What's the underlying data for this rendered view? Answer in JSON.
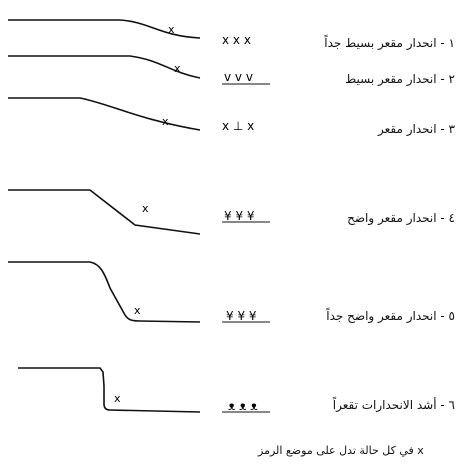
{
  "rows": [
    {
      "label": "١ - انحدار مقعر بسيط جداً",
      "symbol": "x x x"
    },
    {
      "label": "٢ - انحدار مقعر بسيط",
      "symbol": "v v v"
    },
    {
      "label": "٣ - انحدار مقعر",
      "symbol": "x ⊥ x"
    },
    {
      "label": "٤ - انحدار مقعر واضح",
      "symbol": "¥ ¥ ¥"
    },
    {
      "label": "٥ - انحدار مقعر واضح جداً",
      "symbol": "¥ ¥ ¥"
    },
    {
      "label": "٦ - أشد الانحدارات تقعراً",
      "symbol": "ᴥ ᴥ ᴥ"
    }
  ],
  "point_mark": "x",
  "footnote": "x في كل حالة تدل على موضع الرمز"
}
